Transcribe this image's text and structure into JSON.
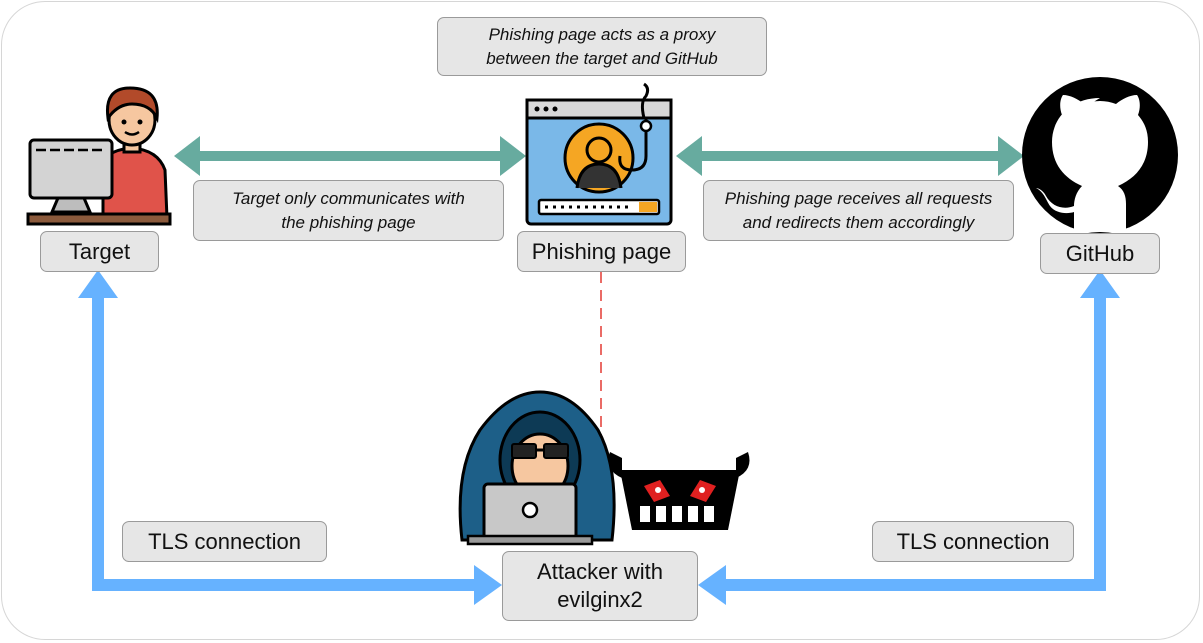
{
  "labels": {
    "target": "Target",
    "phishing_page": "Phishing page",
    "github": "GitHub",
    "attacker": "Attacker with\nevilginx2",
    "tls_left": "TLS connection",
    "tls_right": "TLS connection"
  },
  "notes": {
    "proxy": "Phishing page acts as a proxy\nbetween the target and GitHub",
    "target_comm": "Target only communicates with\nthe phishing page",
    "redirects": "Phishing page receives all requests\nand redirects them accordingly"
  },
  "colors": {
    "green_arrow": "#67ab9f",
    "blue_arrow": "#66b2ff",
    "dashed_line": "#ea6b66",
    "box_fill": "#e6e6e6"
  }
}
